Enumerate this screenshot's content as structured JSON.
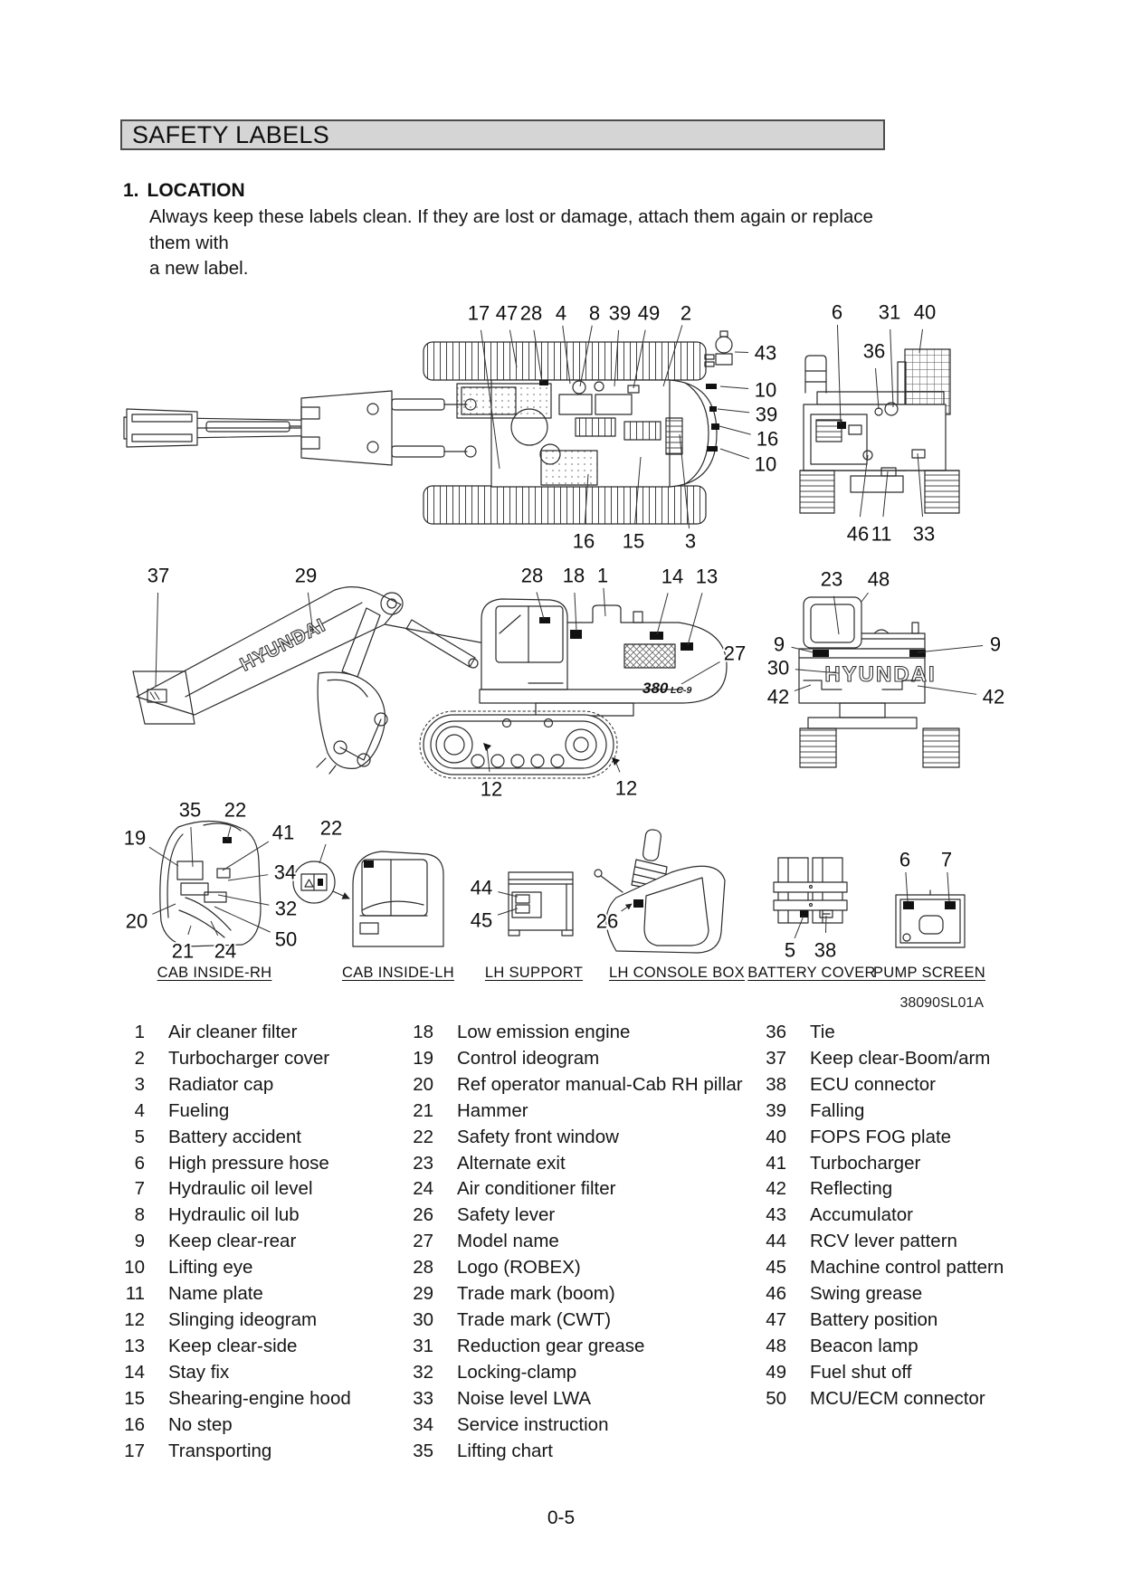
{
  "header": {
    "title": "SAFETY LABELS"
  },
  "section": {
    "number": "1.",
    "title": "LOCATION",
    "intro_line1": "Always keep these labels clean.  If they are lost or damage, attach them again or replace them with",
    "intro_line2": "a new label."
  },
  "figure": {
    "ref_code": "38090SL01A",
    "brand_text": "HYUNDAI",
    "model_number": "380",
    "model_suffix": "LC-9",
    "captions": [
      "CAB INSIDE-RH",
      "CAB INSIDE-LH",
      "LH SUPPORT",
      "LH CONSOLE BOX",
      "BATTERY COVER",
      "PUMP SCREEN"
    ],
    "callouts": [
      [
        "17",
        529,
        346,
        552,
        518,
        0
      ],
      [
        "47",
        560,
        346,
        571,
        406,
        0
      ],
      [
        "28",
        587,
        346,
        599,
        422,
        0
      ],
      [
        "4",
        620,
        346,
        630,
        424,
        0
      ],
      [
        "8",
        657,
        346,
        641,
        427,
        0
      ],
      [
        "39",
        685,
        346,
        679,
        427,
        0
      ],
      [
        "49",
        717,
        346,
        700,
        429,
        0
      ],
      [
        "2",
        758,
        346,
        733,
        427,
        0
      ],
      [
        "43",
        846,
        390,
        812,
        389,
        0
      ],
      [
        "10",
        846,
        431,
        796,
        427,
        0
      ],
      [
        "39",
        847,
        458,
        793,
        452,
        0
      ],
      [
        "16",
        848,
        485,
        795,
        471,
        0
      ],
      [
        "10",
        846,
        513,
        796,
        496,
        0
      ],
      [
        "16",
        645,
        598,
        650,
        524,
        0
      ],
      [
        "15",
        700,
        598,
        708,
        505,
        0
      ],
      [
        "3",
        763,
        598,
        751,
        480,
        0
      ],
      [
        "6",
        925,
        345,
        929,
        468,
        0
      ],
      [
        "31",
        983,
        345,
        987,
        450,
        0
      ],
      [
        "40",
        1022,
        345,
        1016,
        390,
        0
      ],
      [
        "36",
        966,
        388,
        971,
        452,
        0
      ],
      [
        "46",
        948,
        590,
        959,
        503,
        0
      ],
      [
        "11",
        974,
        590,
        981,
        521,
        0
      ],
      [
        "33",
        1021,
        590,
        1014,
        501,
        0
      ],
      [
        "37",
        175,
        636,
        172,
        758,
        0
      ],
      [
        "29",
        338,
        636,
        346,
        700,
        0
      ],
      [
        "28",
        588,
        636,
        601,
        684,
        0
      ],
      [
        "18",
        634,
        636,
        637,
        697,
        0
      ],
      [
        "1",
        666,
        636,
        669,
        681,
        0
      ],
      [
        "14",
        743,
        637,
        726,
        701,
        0
      ],
      [
        "13",
        781,
        637,
        760,
        713,
        0
      ],
      [
        "27",
        812,
        722,
        753,
        756,
        0
      ],
      [
        "12",
        543,
        872,
        538,
        825,
        0
      ],
      [
        "12",
        692,
        871,
        680,
        841,
        0
      ],
      [
        "23",
        919,
        640,
        927,
        701,
        0
      ],
      [
        "48",
        971,
        640,
        952,
        665,
        0
      ],
      [
        "9",
        861,
        712,
        899,
        721,
        0
      ],
      [
        "9",
        1100,
        712,
        1014,
        721,
        0
      ],
      [
        "30",
        860,
        738,
        927,
        744,
        0
      ],
      [
        "42",
        860,
        770,
        896,
        757,
        0
      ],
      [
        "42",
        1098,
        770,
        1014,
        758,
        0
      ],
      [
        "35",
        210,
        895,
        213,
        958,
        0
      ],
      [
        "22",
        260,
        895,
        251,
        928,
        0
      ],
      [
        "19",
        149,
        926,
        197,
        957,
        0
      ],
      [
        "41",
        313,
        920,
        246,
        962,
        0
      ],
      [
        "34",
        315,
        964,
        252,
        973,
        0
      ],
      [
        "32",
        316,
        1004,
        241,
        989,
        0
      ],
      [
        "20",
        151,
        1018,
        194,
        999,
        0
      ],
      [
        "50",
        316,
        1038,
        237,
        1002,
        0
      ],
      [
        "21",
        202,
        1051,
        211,
        1023,
        0
      ],
      [
        "24",
        249,
        1051,
        233,
        1018,
        0
      ],
      [
        "22",
        366,
        915,
        353,
        954,
        0
      ],
      [
        "44",
        532,
        981,
        572,
        991,
        0
      ],
      [
        "45",
        532,
        1017,
        572,
        1004,
        0
      ],
      [
        "26",
        671,
        1018,
        698,
        999,
        1
      ],
      [
        "5",
        873,
        1050,
        888,
        1012,
        0
      ],
      [
        "38",
        912,
        1050,
        913,
        1012,
        0
      ],
      [
        "6",
        1000,
        950,
        1003,
        996,
        0
      ],
      [
        "7",
        1046,
        950,
        1049,
        996,
        0
      ]
    ]
  },
  "legend": {
    "col1": [
      [
        "1",
        "Air cleaner filter"
      ],
      [
        "2",
        "Turbocharger cover"
      ],
      [
        "3",
        "Radiator cap"
      ],
      [
        "4",
        "Fueling"
      ],
      [
        "5",
        "Battery accident"
      ],
      [
        "6",
        "High pressure hose"
      ],
      [
        "7",
        "Hydraulic oil level"
      ],
      [
        "8",
        "Hydraulic oil lub"
      ],
      [
        "9",
        "Keep clear-rear"
      ],
      [
        "10",
        "Lifting eye"
      ],
      [
        "11",
        "Name plate"
      ],
      [
        "12",
        "Slinging ideogram"
      ],
      [
        "13",
        "Keep clear-side"
      ],
      [
        "14",
        "Stay fix"
      ],
      [
        "15",
        "Shearing-engine hood"
      ],
      [
        "16",
        "No step"
      ],
      [
        "17",
        "Transporting"
      ]
    ],
    "col2": [
      [
        "18",
        "Low emission engine"
      ],
      [
        "19",
        "Control ideogram"
      ],
      [
        "20",
        "Ref operator manual-Cab RH pillar"
      ],
      [
        "21",
        "Hammer"
      ],
      [
        "22",
        "Safety front window"
      ],
      [
        "23",
        "Alternate exit"
      ],
      [
        "24",
        "Air conditioner filter"
      ],
      [
        "26",
        "Safety lever"
      ],
      [
        "27",
        "Model name"
      ],
      [
        "28",
        "Logo (ROBEX)"
      ],
      [
        "29",
        "Trade mark (boom)"
      ],
      [
        "30",
        "Trade mark (CWT)"
      ],
      [
        "31",
        "Reduction gear grease"
      ],
      [
        "32",
        "Locking-clamp"
      ],
      [
        "33",
        "Noise level LWA"
      ],
      [
        "34",
        "Service instruction"
      ],
      [
        "35",
        "Lifting chart"
      ]
    ],
    "col3": [
      [
        "36",
        "Tie"
      ],
      [
        "37",
        "Keep clear-Boom/arm"
      ],
      [
        "38",
        "ECU connector"
      ],
      [
        "39",
        "Falling"
      ],
      [
        "40",
        "FOPS FOG plate"
      ],
      [
        "41",
        "Turbocharger"
      ],
      [
        "42",
        "Reflecting"
      ],
      [
        "43",
        "Accumulator"
      ],
      [
        "44",
        "RCV lever pattern"
      ],
      [
        "45",
        "Machine control pattern"
      ],
      [
        "46",
        "Swing grease"
      ],
      [
        "47",
        "Battery position"
      ],
      [
        "48",
        "Beacon lamp"
      ],
      [
        "49",
        "Fuel shut off"
      ],
      [
        "50",
        "MCU/ECM connector"
      ]
    ]
  },
  "footer": {
    "page_number": "0-5"
  }
}
